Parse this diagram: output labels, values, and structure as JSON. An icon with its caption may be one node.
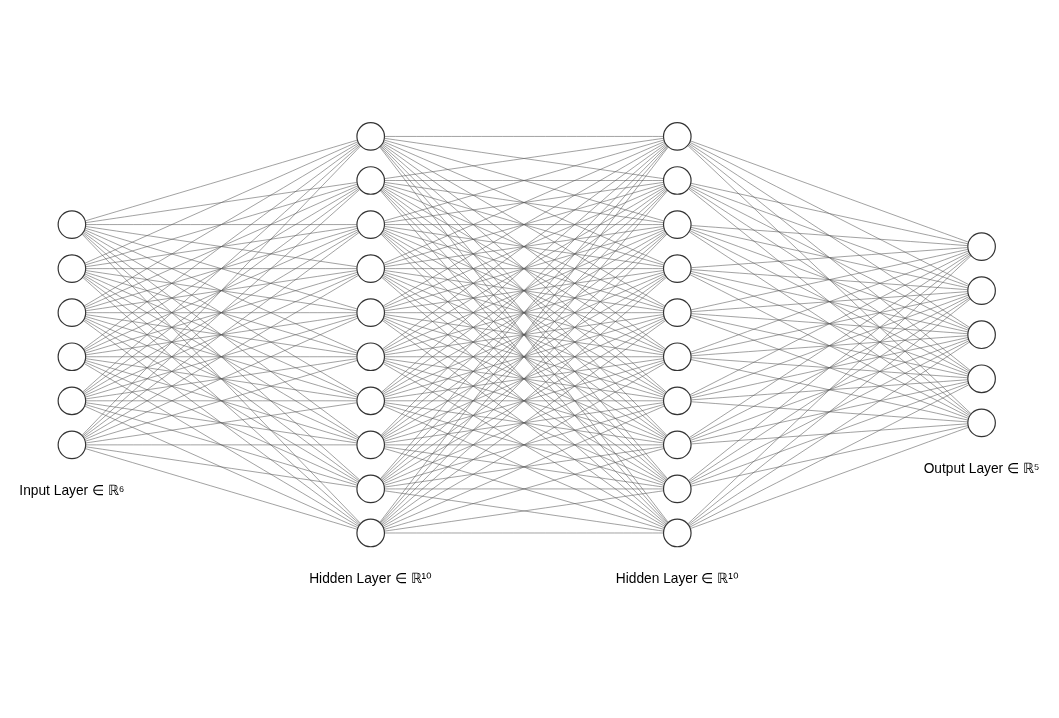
{
  "diagram": {
    "nodes": [
      {
        "text": [],
        "shape": "circle"
      },
      {
        "text": [],
        "shape": "circle"
      },
      {
        "text": [],
        "shape": "circle"
      },
      {
        "text": [],
        "shape": "circle"
      },
      {
        "text": [],
        "shape": "circle"
      },
      {
        "text": [],
        "shape": "circle"
      },
      {
        "text": [],
        "shape": "circle"
      },
      {
        "text": [],
        "shape": "circle"
      },
      {
        "text": [],
        "shape": "circle"
      },
      {
        "text": [],
        "shape": "circle"
      },
      {
        "text": [],
        "shape": "circle"
      },
      {
        "text": [],
        "shape": "circle"
      },
      {
        "text": [],
        "shape": "circle"
      },
      {
        "text": [],
        "shape": "circle"
      },
      {
        "text": [],
        "shape": "circle"
      },
      {
        "text": [],
        "shape": "circle"
      },
      {
        "text": [],
        "shape": "circle"
      },
      {
        "text": [],
        "shape": "circle"
      },
      {
        "text": [],
        "shape": "circle"
      },
      {
        "text": [],
        "shape": "circle"
      },
      {
        "text": [],
        "shape": "circle"
      },
      {
        "text": [],
        "shape": "circle"
      },
      {
        "text": [],
        "shape": "circle"
      },
      {
        "text": [],
        "shape": "circle"
      },
      {
        "text": [],
        "shape": "circle"
      },
      {
        "text": [],
        "shape": "circle"
      },
      {
        "text": [],
        "shape": "circle"
      },
      {
        "text": [],
        "shape": "circle"
      },
      {
        "text": [],
        "shape": "circle"
      },
      {
        "text": [],
        "shape": "circle"
      },
      {
        "text": [],
        "shape": "circle"
      }
    ],
    "edges": [
      {
        "from": 0,
        "to": 6,
        "arrow": "none"
      },
      {
        "from": 0,
        "to": 7,
        "arrow": "none"
      },
      {
        "from": 0,
        "to": 8,
        "arrow": "none"
      },
      {
        "from": 0,
        "to": 9,
        "arrow": "none"
      },
      {
        "from": 0,
        "to": 10,
        "arrow": "none"
      },
      {
        "from": 0,
        "to": 11,
        "arrow": "none"
      },
      {
        "from": 0,
        "to": 12,
        "arrow": "none"
      },
      {
        "from": 0,
        "to": 13,
        "arrow": "none"
      },
      {
        "from": 0,
        "to": 14,
        "arrow": "none"
      },
      {
        "from": 0,
        "to": 15,
        "arrow": "none"
      },
      {
        "from": 1,
        "to": 6,
        "arrow": "none"
      },
      {
        "from": 1,
        "to": 7,
        "arrow": "none"
      },
      {
        "from": 1,
        "to": 8,
        "arrow": "none"
      },
      {
        "from": 1,
        "to": 9,
        "arrow": "none"
      },
      {
        "from": 1,
        "to": 10,
        "arrow": "none"
      },
      {
        "from": 1,
        "to": 11,
        "arrow": "none"
      },
      {
        "from": 1,
        "to": 12,
        "arrow": "none"
      },
      {
        "from": 1,
        "to": 13,
        "arrow": "none"
      },
      {
        "from": 1,
        "to": 14,
        "arrow": "none"
      },
      {
        "from": 1,
        "to": 15,
        "arrow": "none"
      },
      {
        "from": 2,
        "to": 6,
        "arrow": "none"
      },
      {
        "from": 2,
        "to": 7,
        "arrow": "none"
      },
      {
        "from": 2,
        "to": 8,
        "arrow": "none"
      },
      {
        "from": 2,
        "to": 9,
        "arrow": "none"
      },
      {
        "from": 2,
        "to": 10,
        "arrow": "none"
      },
      {
        "from": 2,
        "to": 11,
        "arrow": "none"
      },
      {
        "from": 2,
        "to": 12,
        "arrow": "none"
      },
      {
        "from": 2,
        "to": 13,
        "arrow": "none"
      },
      {
        "from": 2,
        "to": 14,
        "arrow": "none"
      },
      {
        "from": 2,
        "to": 15,
        "arrow": "none"
      },
      {
        "from": 3,
        "to": 6,
        "arrow": "none"
      },
      {
        "from": 3,
        "to": 7,
        "arrow": "none"
      },
      {
        "from": 3,
        "to": 8,
        "arrow": "none"
      },
      {
        "from": 3,
        "to": 9,
        "arrow": "none"
      },
      {
        "from": 3,
        "to": 10,
        "arrow": "none"
      },
      {
        "from": 3,
        "to": 11,
        "arrow": "none"
      },
      {
        "from": 3,
        "to": 12,
        "arrow": "none"
      },
      {
        "from": 3,
        "to": 13,
        "arrow": "none"
      },
      {
        "from": 3,
        "to": 14,
        "arrow": "none"
      },
      {
        "from": 3,
        "to": 15,
        "arrow": "none"
      },
      {
        "from": 4,
        "to": 6,
        "arrow": "none"
      },
      {
        "from": 4,
        "to": 7,
        "arrow": "none"
      },
      {
        "from": 4,
        "to": 8,
        "arrow": "none"
      },
      {
        "from": 4,
        "to": 9,
        "arrow": "none"
      },
      {
        "from": 4,
        "to": 10,
        "arrow": "none"
      },
      {
        "from": 4,
        "to": 11,
        "arrow": "none"
      },
      {
        "from": 4,
        "to": 12,
        "arrow": "none"
      },
      {
        "from": 4,
        "to": 13,
        "arrow": "none"
      },
      {
        "from": 4,
        "to": 14,
        "arrow": "none"
      },
      {
        "from": 4,
        "to": 15,
        "arrow": "none"
      },
      {
        "from": 5,
        "to": 6,
        "arrow": "none"
      },
      {
        "from": 5,
        "to": 7,
        "arrow": "none"
      },
      {
        "from": 5,
        "to": 8,
        "arrow": "none"
      },
      {
        "from": 5,
        "to": 9,
        "arrow": "none"
      },
      {
        "from": 5,
        "to": 10,
        "arrow": "none"
      },
      {
        "from": 5,
        "to": 11,
        "arrow": "none"
      },
      {
        "from": 5,
        "to": 12,
        "arrow": "none"
      },
      {
        "from": 5,
        "to": 13,
        "arrow": "none"
      },
      {
        "from": 5,
        "to": 14,
        "arrow": "none"
      },
      {
        "from": 5,
        "to": 15,
        "arrow": "none"
      },
      {
        "from": 6,
        "to": 16,
        "arrow": "none"
      },
      {
        "from": 6,
        "to": 17,
        "arrow": "none"
      },
      {
        "from": 6,
        "to": 18,
        "arrow": "none"
      },
      {
        "from": 6,
        "to": 19,
        "arrow": "none"
      },
      {
        "from": 6,
        "to": 20,
        "arrow": "none"
      },
      {
        "from": 6,
        "to": 21,
        "arrow": "none"
      },
      {
        "from": 6,
        "to": 22,
        "arrow": "none"
      },
      {
        "from": 6,
        "to": 23,
        "arrow": "none"
      },
      {
        "from": 6,
        "to": 24,
        "arrow": "none"
      },
      {
        "from": 6,
        "to": 25,
        "arrow": "none"
      },
      {
        "from": 7,
        "to": 16,
        "arrow": "none"
      },
      {
        "from": 7,
        "to": 17,
        "arrow": "none"
      },
      {
        "from": 7,
        "to": 18,
        "arrow": "none"
      },
      {
        "from": 7,
        "to": 19,
        "arrow": "none"
      },
      {
        "from": 7,
        "to": 20,
        "arrow": "none"
      },
      {
        "from": 7,
        "to": 21,
        "arrow": "none"
      },
      {
        "from": 7,
        "to": 22,
        "arrow": "none"
      },
      {
        "from": 7,
        "to": 23,
        "arrow": "none"
      },
      {
        "from": 7,
        "to": 24,
        "arrow": "none"
      },
      {
        "from": 7,
        "to": 25,
        "arrow": "none"
      },
      {
        "from": 8,
        "to": 16,
        "arrow": "none"
      },
      {
        "from": 8,
        "to": 17,
        "arrow": "none"
      },
      {
        "from": 8,
        "to": 18,
        "arrow": "none"
      },
      {
        "from": 8,
        "to": 19,
        "arrow": "none"
      },
      {
        "from": 8,
        "to": 20,
        "arrow": "none"
      },
      {
        "from": 8,
        "to": 21,
        "arrow": "none"
      },
      {
        "from": 8,
        "to": 22,
        "arrow": "none"
      },
      {
        "from": 8,
        "to": 23,
        "arrow": "none"
      },
      {
        "from": 8,
        "to": 24,
        "arrow": "none"
      },
      {
        "from": 8,
        "to": 25,
        "arrow": "none"
      },
      {
        "from": 9,
        "to": 16,
        "arrow": "none"
      },
      {
        "from": 9,
        "to": 17,
        "arrow": "none"
      },
      {
        "from": 9,
        "to": 18,
        "arrow": "none"
      },
      {
        "from": 9,
        "to": 19,
        "arrow": "none"
      },
      {
        "from": 9,
        "to": 20,
        "arrow": "none"
      },
      {
        "from": 9,
        "to": 21,
        "arrow": "none"
      },
      {
        "from": 9,
        "to": 22,
        "arrow": "none"
      },
      {
        "from": 9,
        "to": 23,
        "arrow": "none"
      },
      {
        "from": 9,
        "to": 24,
        "arrow": "none"
      },
      {
        "from": 9,
        "to": 25,
        "arrow": "none"
      },
      {
        "from": 10,
        "to": 16,
        "arrow": "none"
      },
      {
        "from": 10,
        "to": 17,
        "arrow": "none"
      },
      {
        "from": 10,
        "to": 18,
        "arrow": "none"
      },
      {
        "from": 10,
        "to": 19,
        "arrow": "none"
      },
      {
        "from": 10,
        "to": 20,
        "arrow": "none"
      },
      {
        "from": 10,
        "to": 21,
        "arrow": "none"
      },
      {
        "from": 10,
        "to": 22,
        "arrow": "none"
      },
      {
        "from": 10,
        "to": 23,
        "arrow": "none"
      },
      {
        "from": 10,
        "to": 24,
        "arrow": "none"
      },
      {
        "from": 10,
        "to": 25,
        "arrow": "none"
      },
      {
        "from": 11,
        "to": 16,
        "arrow": "none"
      },
      {
        "from": 11,
        "to": 17,
        "arrow": "none"
      },
      {
        "from": 11,
        "to": 18,
        "arrow": "none"
      },
      {
        "from": 11,
        "to": 19,
        "arrow": "none"
      },
      {
        "from": 11,
        "to": 20,
        "arrow": "none"
      },
      {
        "from": 11,
        "to": 21,
        "arrow": "none"
      },
      {
        "from": 11,
        "to": 22,
        "arrow": "none"
      },
      {
        "from": 11,
        "to": 23,
        "arrow": "none"
      },
      {
        "from": 11,
        "to": 24,
        "arrow": "none"
      },
      {
        "from": 11,
        "to": 25,
        "arrow": "none"
      },
      {
        "from": 12,
        "to": 16,
        "arrow": "none"
      },
      {
        "from": 12,
        "to": 17,
        "arrow": "none"
      },
      {
        "from": 12,
        "to": 18,
        "arrow": "none"
      },
      {
        "from": 12,
        "to": 19,
        "arrow": "none"
      },
      {
        "from": 12,
        "to": 20,
        "arrow": "none"
      },
      {
        "from": 12,
        "to": 21,
        "arrow": "none"
      },
      {
        "from": 12,
        "to": 22,
        "arrow": "none"
      },
      {
        "from": 12,
        "to": 23,
        "arrow": "none"
      },
      {
        "from": 12,
        "to": 24,
        "arrow": "none"
      },
      {
        "from": 12,
        "to": 25,
        "arrow": "none"
      },
      {
        "from": 13,
        "to": 16,
        "arrow": "none"
      },
      {
        "from": 13,
        "to": 17,
        "arrow": "none"
      },
      {
        "from": 13,
        "to": 18,
        "arrow": "none"
      },
      {
        "from": 13,
        "to": 19,
        "arrow": "none"
      },
      {
        "from": 13,
        "to": 20,
        "arrow": "none"
      },
      {
        "from": 13,
        "to": 21,
        "arrow": "none"
      },
      {
        "from": 13,
        "to": 22,
        "arrow": "none"
      },
      {
        "from": 13,
        "to": 23,
        "arrow": "none"
      },
      {
        "from": 13,
        "to": 24,
        "arrow": "none"
      },
      {
        "from": 13,
        "to": 25,
        "arrow": "none"
      },
      {
        "from": 14,
        "to": 16,
        "arrow": "none"
      },
      {
        "from": 14,
        "to": 17,
        "arrow": "none"
      },
      {
        "from": 14,
        "to": 18,
        "arrow": "none"
      },
      {
        "from": 14,
        "to": 19,
        "arrow": "none"
      },
      {
        "from": 14,
        "to": 20,
        "arrow": "none"
      },
      {
        "from": 14,
        "to": 21,
        "arrow": "none"
      },
      {
        "from": 14,
        "to": 22,
        "arrow": "none"
      },
      {
        "from": 14,
        "to": 23,
        "arrow": "none"
      },
      {
        "from": 14,
        "to": 24,
        "arrow": "none"
      },
      {
        "from": 14,
        "to": 25,
        "arrow": "none"
      },
      {
        "from": 15,
        "to": 16,
        "arrow": "none"
      },
      {
        "from": 15,
        "to": 17,
        "arrow": "none"
      },
      {
        "from": 15,
        "to": 18,
        "arrow": "none"
      },
      {
        "from": 15,
        "to": 19,
        "arrow": "none"
      },
      {
        "from": 15,
        "to": 20,
        "arrow": "none"
      },
      {
        "from": 15,
        "to": 21,
        "arrow": "none"
      },
      {
        "from": 15,
        "to": 22,
        "arrow": "none"
      },
      {
        "from": 15,
        "to": 23,
        "arrow": "none"
      },
      {
        "from": 15,
        "to": 24,
        "arrow": "none"
      },
      {
        "from": 15,
        "to": 25,
        "arrow": "none"
      },
      {
        "from": 16,
        "to": 26,
        "arrow": "none"
      },
      {
        "from": 16,
        "to": 27,
        "arrow": "none"
      },
      {
        "from": 16,
        "to": 28,
        "arrow": "none"
      },
      {
        "from": 16,
        "to": 29,
        "arrow": "none"
      },
      {
        "from": 16,
        "to": 30,
        "arrow": "none"
      },
      {
        "from": 17,
        "to": 26,
        "arrow": "none"
      },
      {
        "from": 17,
        "to": 27,
        "arrow": "none"
      },
      {
        "from": 17,
        "to": 28,
        "arrow": "none"
      },
      {
        "from": 17,
        "to": 29,
        "arrow": "none"
      },
      {
        "from": 17,
        "to": 30,
        "arrow": "none"
      },
      {
        "from": 18,
        "to": 26,
        "arrow": "none"
      },
      {
        "from": 18,
        "to": 27,
        "arrow": "none"
      },
      {
        "from": 18,
        "to": 28,
        "arrow": "none"
      },
      {
        "from": 18,
        "to": 29,
        "arrow": "none"
      },
      {
        "from": 18,
        "to": 30,
        "arrow": "none"
      },
      {
        "from": 19,
        "to": 26,
        "arrow": "none"
      },
      {
        "from": 19,
        "to": 27,
        "arrow": "none"
      },
      {
        "from": 19,
        "to": 28,
        "arrow": "none"
      },
      {
        "from": 19,
        "to": 29,
        "arrow": "none"
      },
      {
        "from": 19,
        "to": 30,
        "arrow": "none"
      },
      {
        "from": 20,
        "to": 26,
        "arrow": "none"
      },
      {
        "from": 20,
        "to": 27,
        "arrow": "none"
      },
      {
        "from": 20,
        "to": 28,
        "arrow": "none"
      },
      {
        "from": 20,
        "to": 29,
        "arrow": "none"
      },
      {
        "from": 20,
        "to": 30,
        "arrow": "none"
      },
      {
        "from": 21,
        "to": 26,
        "arrow": "none"
      },
      {
        "from": 21,
        "to": 27,
        "arrow": "none"
      },
      {
        "from": 21,
        "to": 28,
        "arrow": "none"
      },
      {
        "from": 21,
        "to": 29,
        "arrow": "none"
      },
      {
        "from": 21,
        "to": 30,
        "arrow": "none"
      },
      {
        "from": 22,
        "to": 26,
        "arrow": "none"
      },
      {
        "from": 22,
        "to": 27,
        "arrow": "none"
      },
      {
        "from": 22,
        "to": 28,
        "arrow": "none"
      },
      {
        "from": 22,
        "to": 29,
        "arrow": "none"
      },
      {
        "from": 22,
        "to": 30,
        "arrow": "none"
      },
      {
        "from": 23,
        "to": 26,
        "arrow": "none"
      },
      {
        "from": 23,
        "to": 27,
        "arrow": "none"
      },
      {
        "from": 23,
        "to": 28,
        "arrow": "none"
      },
      {
        "from": 23,
        "to": 29,
        "arrow": "none"
      },
      {
        "from": 23,
        "to": 30,
        "arrow": "none"
      },
      {
        "from": 24,
        "to": 26,
        "arrow": "none"
      },
      {
        "from": 24,
        "to": 27,
        "arrow": "none"
      },
      {
        "from": 24,
        "to": 28,
        "arrow": "none"
      },
      {
        "from": 24,
        "to": 29,
        "arrow": "none"
      },
      {
        "from": 24,
        "to": 30,
        "arrow": "none"
      },
      {
        "from": 25,
        "to": 26,
        "arrow": "none"
      },
      {
        "from": 25,
        "to": 27,
        "arrow": "none"
      },
      {
        "from": 25,
        "to": 28,
        "arrow": "none"
      },
      {
        "from": 25,
        "to": 29,
        "arrow": "none"
      },
      {
        "from": 25,
        "to": 30,
        "arrow": "none"
      }
    ],
    "labels": [
      "Input Layer ∈ ℝ⁶",
      "Hidden Layer ∈ ℝ¹⁰",
      "Hidden Layer ∈ ℝ¹⁰",
      "Output Layer ∈ ℝ⁵"
    ]
  }
}
